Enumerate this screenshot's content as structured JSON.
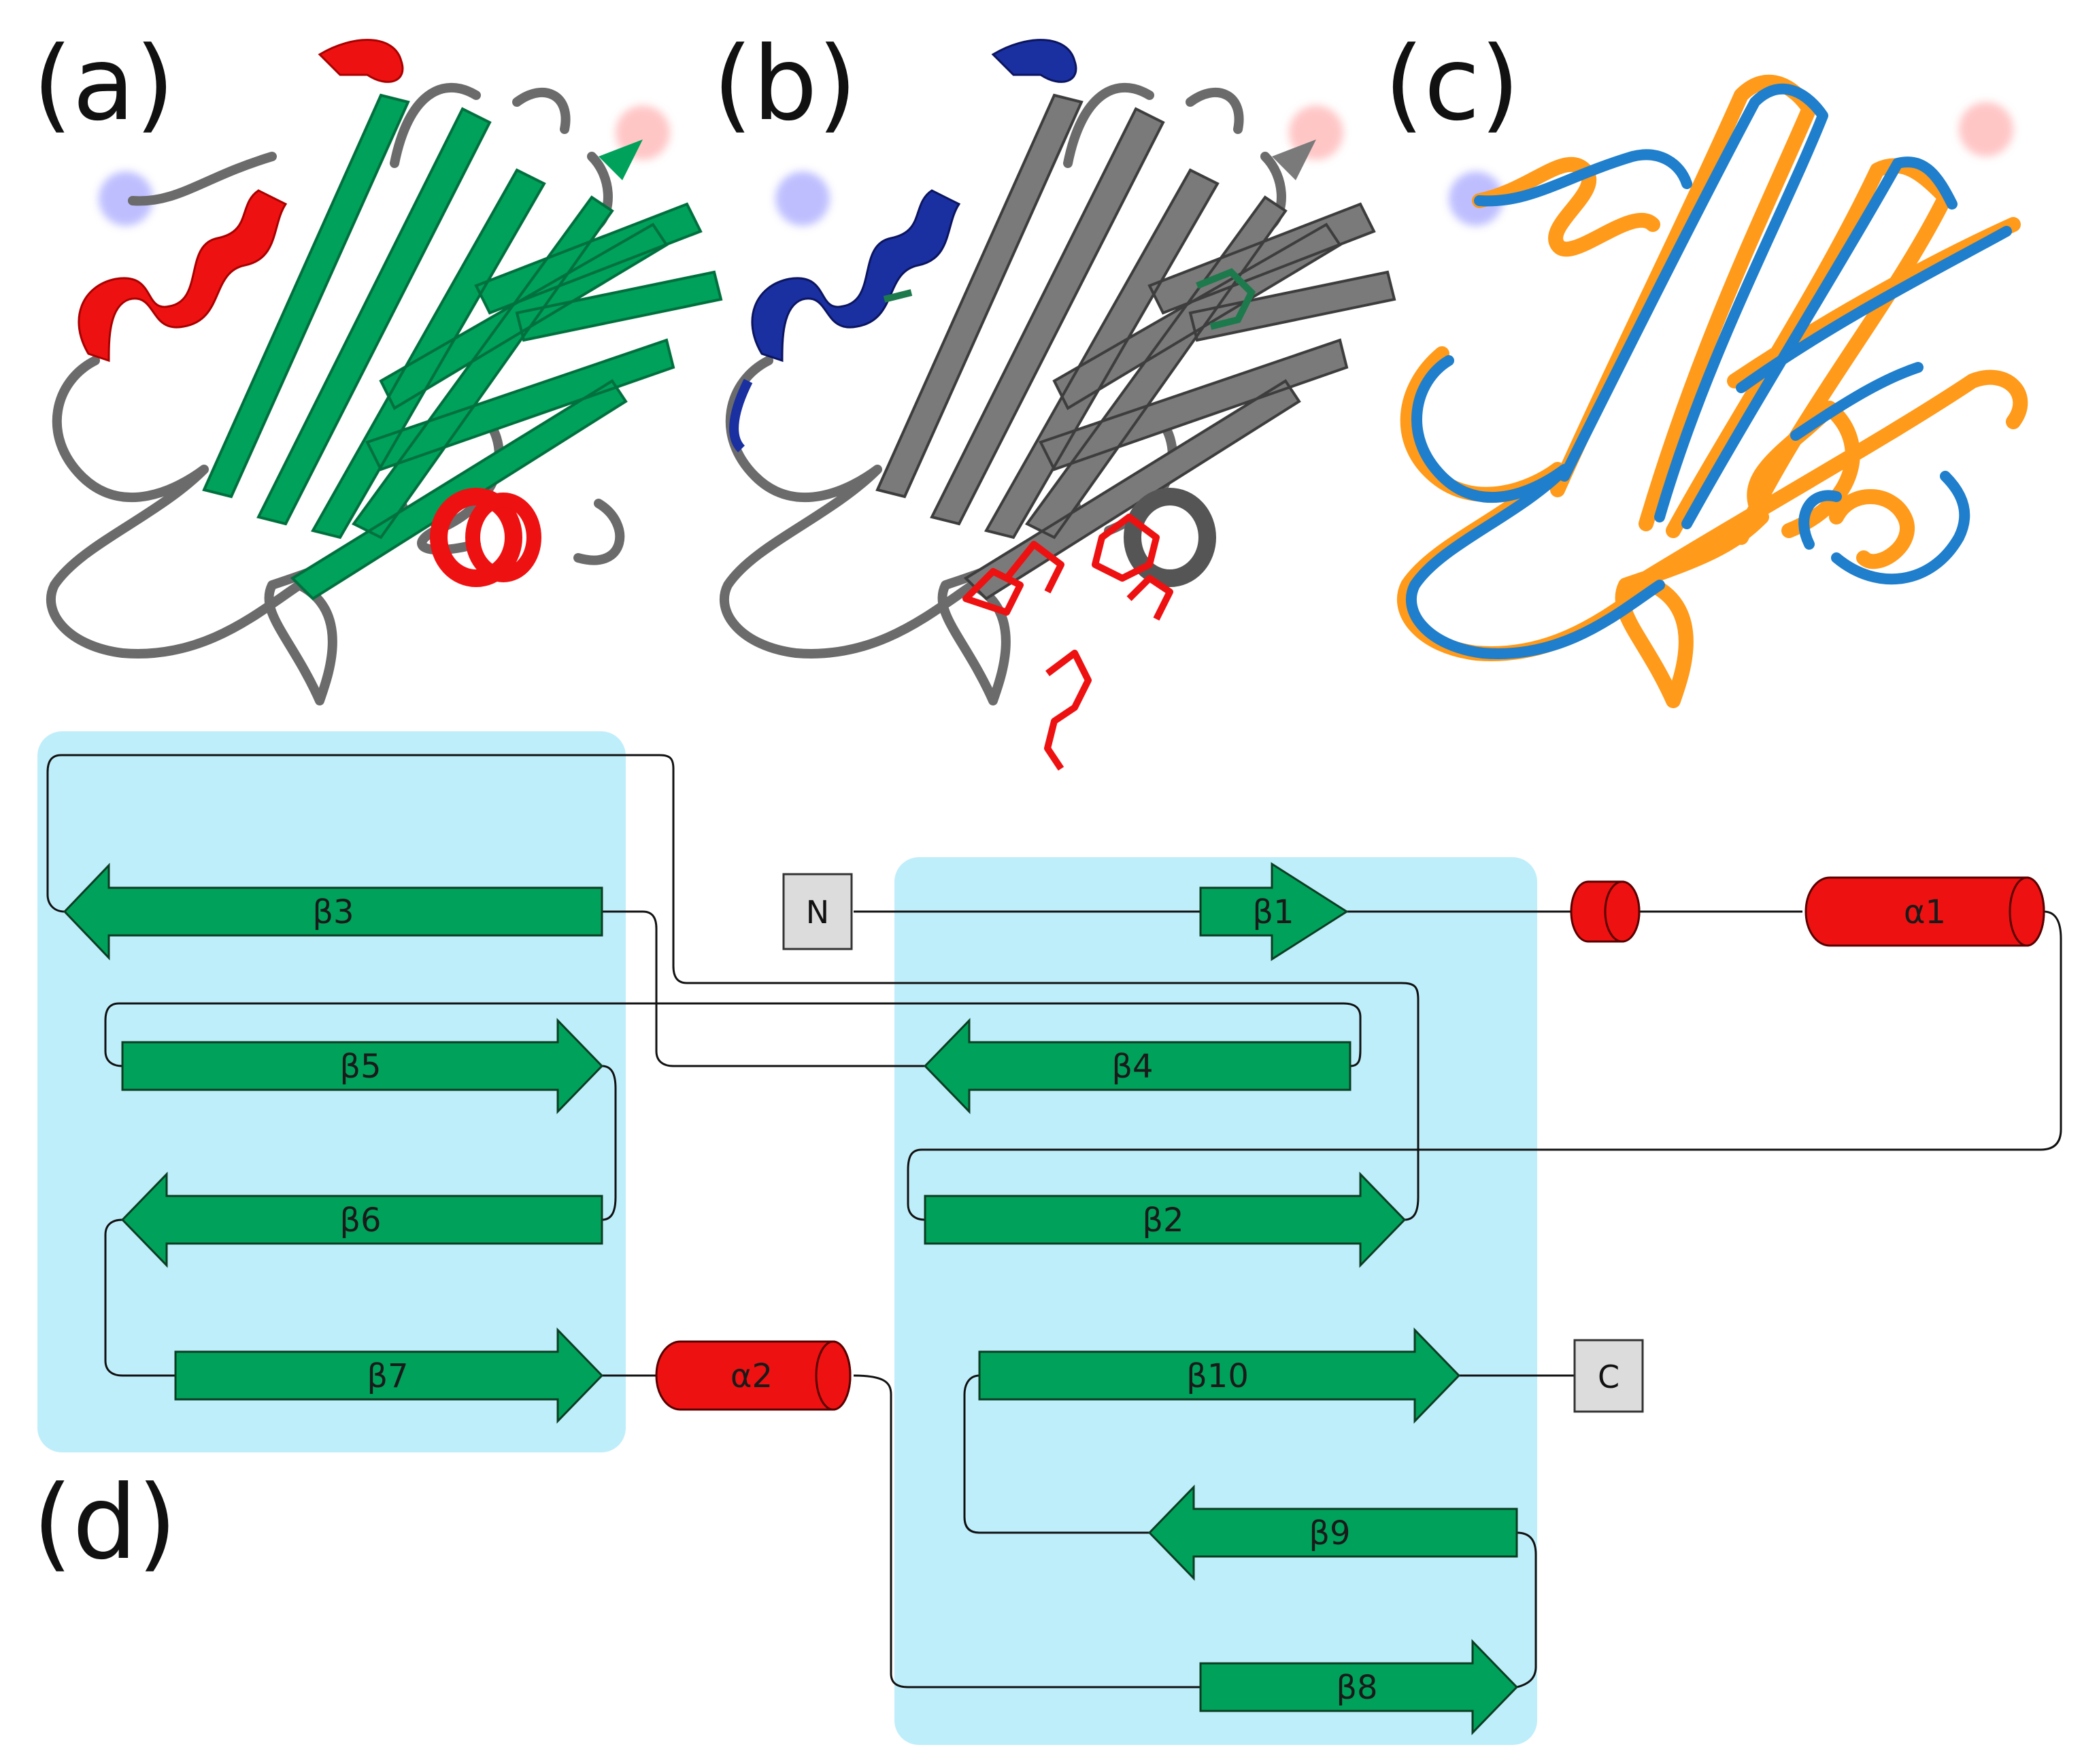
{
  "panels": {
    "a": "(a)",
    "b": "(b)",
    "c": "(c)",
    "d": "(d)"
  },
  "colors": {
    "strand": "#00a15a",
    "helix": "#ee1111",
    "loop": "#6b6b6b",
    "nterm_helix_b": "#1a2fa0",
    "sheet_bg": "#bfeefb",
    "terminus_box": "#dcdcdc",
    "trace_blue": "#1f7fcc",
    "trace_orange": "#ff9a1a",
    "n_marker": "#a9a9ff",
    "c_marker": "#ffb3b3"
  },
  "topology": {
    "n_term": "N",
    "c_term": "C",
    "strands": {
      "b1": "β1",
      "b2": "β2",
      "b3": "β3",
      "b4": "β4",
      "b5": "β5",
      "b6": "β6",
      "b7": "β7",
      "b8": "β8",
      "b9": "β9",
      "b10": "β10"
    },
    "helices": {
      "a1": "α1",
      "a2": "α2"
    }
  },
  "icons": [
    "protein-cartoon-a",
    "protein-cartoon-b",
    "protein-backbone-trace-c"
  ]
}
